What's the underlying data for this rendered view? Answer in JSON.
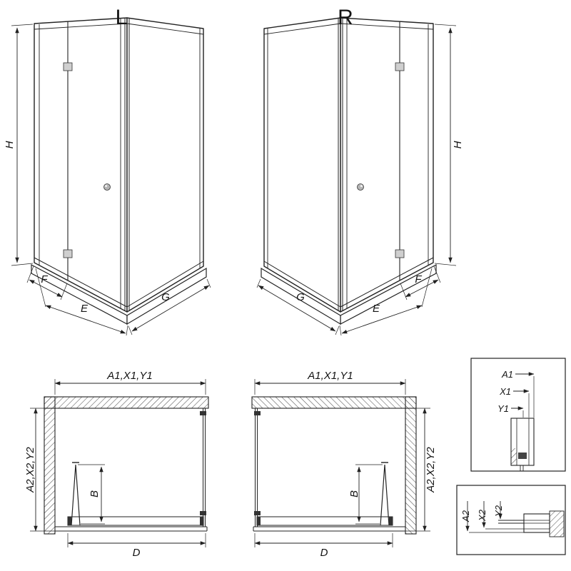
{
  "views": {
    "iso_left": {
      "title": "L",
      "height_label": "H",
      "widths": {
        "f": "F",
        "e": "E",
        "g": "G"
      }
    },
    "iso_right": {
      "title": "R",
      "height_label": "H",
      "widths": {
        "f": "F",
        "e": "E",
        "g": "G"
      }
    },
    "plan_left": {
      "width_label": "A1,X1,Y1",
      "depth_label": "A2,X2,Y2",
      "door_label": "B",
      "tray_label": "D"
    },
    "plan_right": {
      "width_label": "A1,X1,Y1",
      "depth_label": "A2,X2,Y2",
      "door_label": "B",
      "tray_label": "D"
    },
    "detail_width": {
      "labels": [
        "A1",
        "X1",
        "Y1"
      ]
    },
    "detail_depth": {
      "labels": [
        "A2",
        "X2",
        "Y2"
      ]
    }
  },
  "colors": {
    "line": "#222222",
    "fill": "#ffffff",
    "hardware": "#333333"
  }
}
